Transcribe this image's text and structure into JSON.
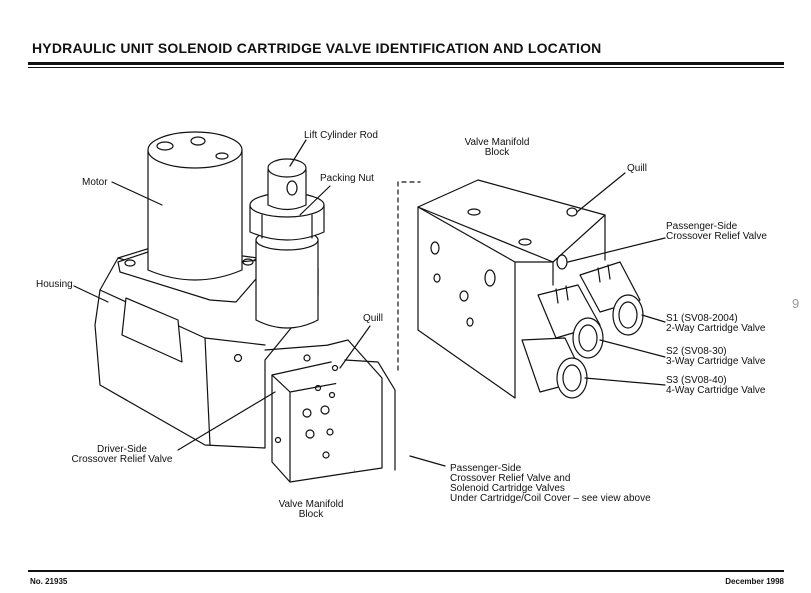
{
  "header": {
    "title": "HYDRAULIC UNIT SOLENOID CARTRIDGE VALVE IDENTIFICATION AND LOCATION"
  },
  "footer": {
    "doc_number": "No. 21935",
    "date": "December 1998"
  },
  "page_number": "9",
  "left_view": {
    "motor": "Motor",
    "housing": "Housing",
    "lift_cylinder_rod": "Lift Cylinder Rod",
    "packing_nut": "Packing Nut",
    "quill": "Quill",
    "driver_side": [
      "Driver-Side",
      "Crossover Relief Valve"
    ],
    "valve_manifold_block": [
      "Valve Manifold",
      "Block"
    ],
    "passenger_side_note": [
      "Passenger-Side",
      "Crossover Relief Valve and",
      "Solenoid Cartridge Valves",
      "Under Cartridge/Coil Cover – see view above"
    ]
  },
  "right_view": {
    "valve_manifold_block": [
      "Valve Manifold",
      "Block"
    ],
    "quill": "Quill",
    "passenger_side": [
      "Passenger-Side",
      "Crossover Relief Valve"
    ],
    "s1": [
      "S1 (SV08-2004)",
      "2-Way Cartridge Valve"
    ],
    "s2": [
      "S2 (SV08-30)",
      "3-Way Cartridge Valve"
    ],
    "s3": [
      "S3 (SV08-40)",
      "4-Way Cartridge Valve"
    ]
  }
}
